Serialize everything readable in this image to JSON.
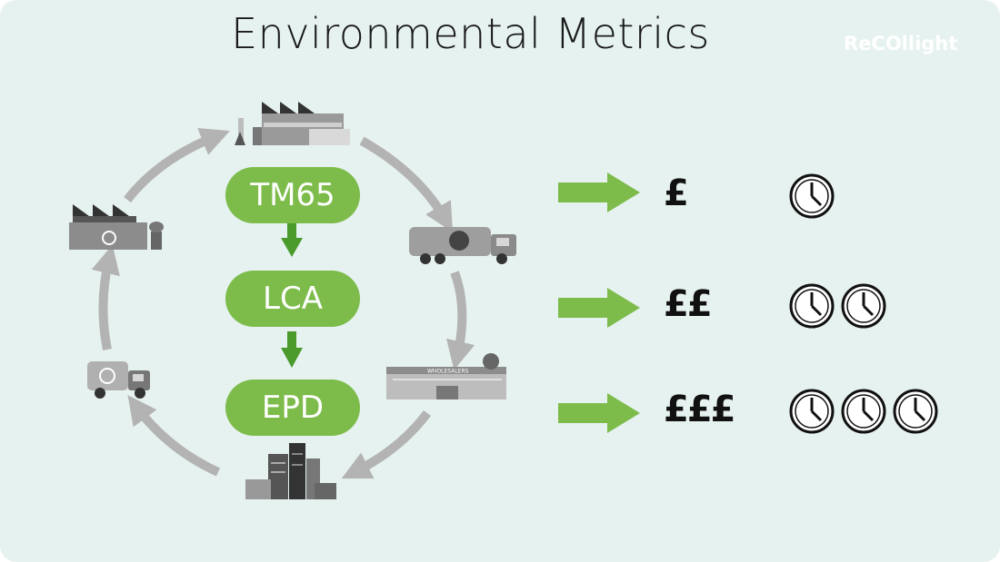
{
  "title": "Environmental Metrics",
  "logo": {
    "text": "ReCOllight"
  },
  "colors": {
    "background": "#e6f2f0",
    "accent_green": "#7dbc4b",
    "dark_green": "#4a9a2c",
    "cycle_arrow": "#b3b3b3",
    "icon_gray": "#8c8c8c"
  },
  "stages": [
    {
      "label": "TM65"
    },
    {
      "label": "LCA"
    },
    {
      "label": "EPD"
    }
  ],
  "costs": [
    {
      "symbol": "£",
      "clock_count": 1
    },
    {
      "symbol": "££",
      "clock_count": 2
    },
    {
      "symbol": "£££",
      "clock_count": 3
    }
  ],
  "icons": {
    "factory": "factory-icon",
    "recycling_factory": "recycling-factory-icon",
    "truck": "delivery-truck-icon",
    "warehouse": "wholesaler-warehouse-icon",
    "warehouse_sign": "WHOLESALERS",
    "buildings": "city-buildings-icon",
    "recycling_truck": "recycling-truck-icon",
    "clock": "clock-icon",
    "arrow": "green-arrow-icon"
  }
}
